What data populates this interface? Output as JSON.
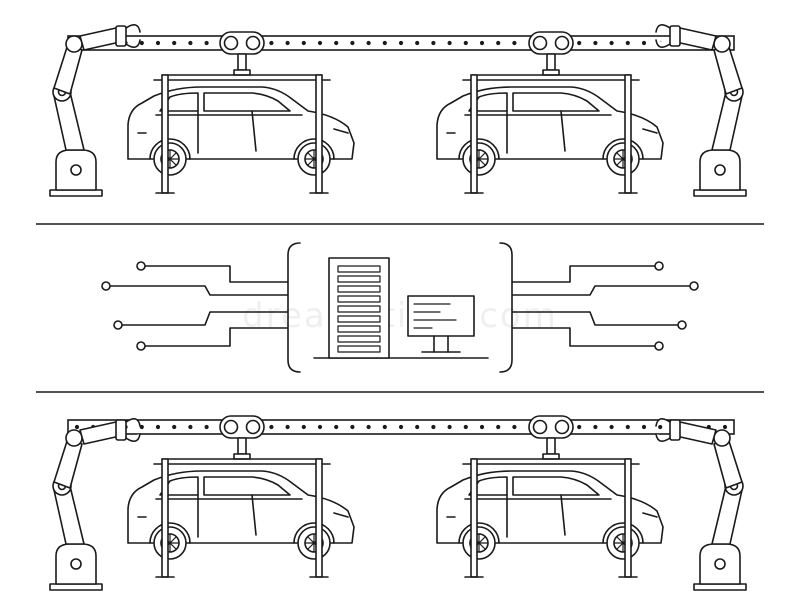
{
  "watermark": "dreamstime.com",
  "colors": {
    "stroke": "#1a1a1a",
    "background": "#ffffff"
  },
  "icons": [
    "robot-arm-icon",
    "car-icon",
    "overhead-conveyor-icon",
    "server-rack-icon",
    "monitor-icon",
    "circuit-trace-icon"
  ],
  "scene": {
    "production_lines": 2,
    "cars_per_line": 2,
    "robot_arms": 4,
    "circuit_traces_per_side": 4
  }
}
